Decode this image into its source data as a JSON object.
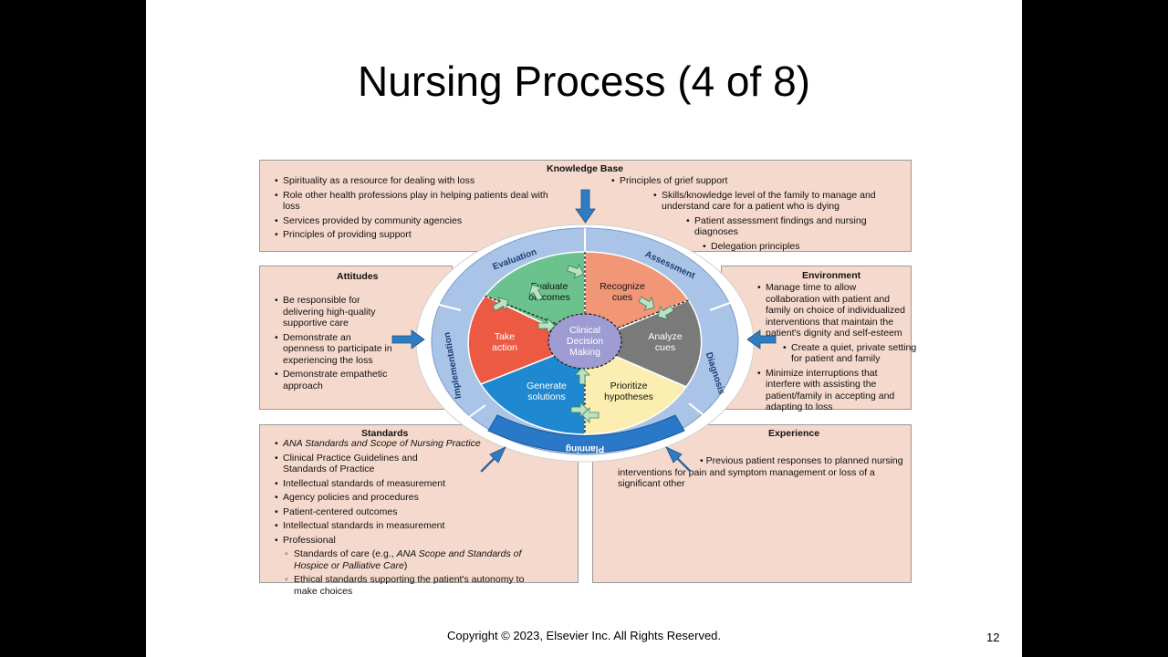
{
  "slide": {
    "title": "Nursing Process (4 of 8)",
    "copyright": "Copyright © 2023, Elsevier Inc. All Rights Reserved.",
    "page_number": "12"
  },
  "knowledge_base": {
    "heading": "Knowledge Base",
    "left_items": [
      "Spirituality as a resource for dealing with loss",
      "Role other health professions play in helping patients deal with loss",
      "Services provided by community agencies",
      "Principles of providing support"
    ],
    "right_items": [
      "Principles of grief support",
      "Skills/knowledge level of the family to manage and understand care for a patient who is dying",
      "Patient assessment findings and nursing diagnoses",
      "Delegation principles"
    ]
  },
  "attitudes": {
    "heading": "Attitudes",
    "items": [
      "Be responsible for delivering high-quality supportive care",
      "Demonstrate an openness to participate in experiencing the loss",
      "Demonstrate empathetic approach"
    ]
  },
  "environment": {
    "heading": "Environment",
    "items": [
      "Manage time to allow collaboration with patient and family on choice of individualized interventions that maintain the patient's dignity and self-esteem",
      "Create a quiet, private setting for patient and family",
      "Minimize interruptions that interfere with assisting the patient/family in accepting and adapting to loss"
    ]
  },
  "standards": {
    "heading": "Standards",
    "items": [
      "ANA Standards and Scope of Nursing Practice",
      "Clinical Practice Guidelines and Standards of Practice",
      "Intellectual standards of measurement",
      "Agency policies and procedures",
      "Patient-centered outcomes",
      "Intellectual standards in measurement",
      "Professional"
    ],
    "sub_items": [
      "Standards of care (e.g., ",
      "ANA Scope and Standards of Hospice or Palliative Care",
      ")",
      "Ethical standards supporting the patient's autonomy to make choices"
    ]
  },
  "experience": {
    "heading": "Experience",
    "item": "Previous patient responses to planned nursing interventions for pain and symptom management or loss of a significant other"
  },
  "wheel": {
    "center": [
      "Clinical",
      "Decision",
      "Making"
    ],
    "segments": {
      "evaluate": [
        "Evaluate",
        "outcomes"
      ],
      "recognize": [
        "Recognize",
        "cues"
      ],
      "analyze": [
        "Analyze",
        "cues"
      ],
      "prioritize": [
        "Prioritize",
        "hypotheses"
      ],
      "generate": [
        "Generate",
        "solutions"
      ],
      "take": [
        "Take",
        "action"
      ]
    },
    "ring_labels": {
      "evaluation": "Evaluation",
      "assessment": "Assessment",
      "diagnosis": "Diagnosis",
      "planning": "Planning",
      "implementation": "Implementation"
    },
    "colors": {
      "evaluate": "#6cc28c",
      "recognize": "#f19778",
      "analyze": "#7a7a7a",
      "prioritize": "#fbeeb0",
      "generate": "#1e88d0",
      "take": "#ec5a44",
      "center": "#9e9cd2",
      "ring": "#a9c4e6",
      "planning_band": "#2a78c8",
      "arrow": "#2f7dc0",
      "box_fill": "#f5d9cc"
    }
  }
}
